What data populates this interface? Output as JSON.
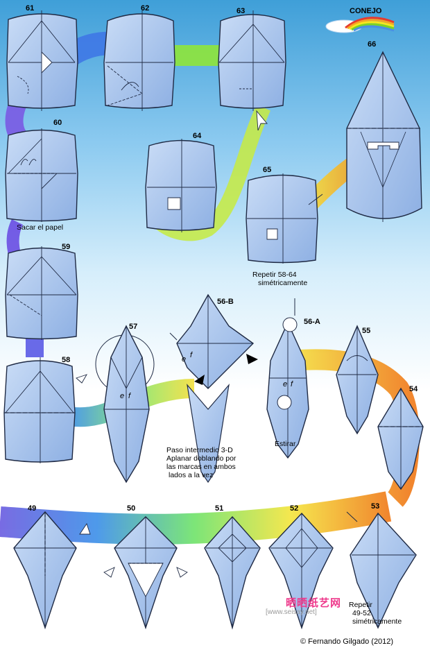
{
  "title": "CONEJO",
  "step_numbers": {
    "s61": "61",
    "s62": "62",
    "s63": "63",
    "s66": "66",
    "s60": "60",
    "s64": "64",
    "s65": "65",
    "s59": "59",
    "s57": "57",
    "s56b": "56-B",
    "s56a": "56-A",
    "s55": "55",
    "s54": "54",
    "s58": "58",
    "s49": "49",
    "s50": "50",
    "s51": "51",
    "s52": "52",
    "s53": "53"
  },
  "notes": {
    "sacar": "Sacar el papel",
    "repetir_58_line1": "Repetir 58-64",
    "repetir_58_line2": "simétricamente",
    "paso_line1": "Paso intermedio 3-D",
    "paso_line2": "Aplanar doblando por",
    "paso_line3": "las marcas en ambos",
    "paso_line4": "lados a la vez",
    "estirar": "Estirar",
    "repetir_49_line1": "Repetir",
    "repetir_49_line2": "49-52",
    "repetir_49_line3": "simétricamente",
    "fold_e": "e",
    "fold_f": "f"
  },
  "watermark": {
    "brand": "晒晒纸艺网",
    "url": "[www.seisay.net]"
  },
  "copyright": "© Fernando Gilgado (2012)",
  "colors": {
    "paper": "#a9c6ee",
    "paper_edge": "#1f2a44",
    "sky_top": "#3f9fd8"
  }
}
